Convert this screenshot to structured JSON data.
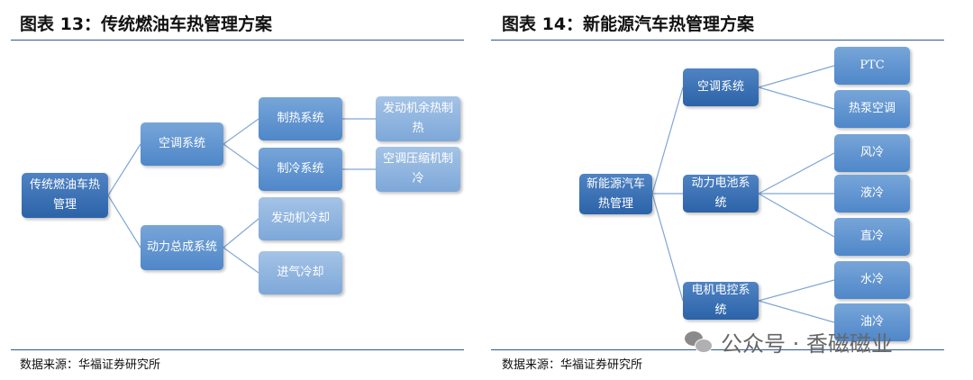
{
  "left_panel": {
    "title": "图表 13：传统燃油车热管理方案",
    "source": "数据来源：华福证券研究所",
    "root": "传统燃油车热管理",
    "branches": [
      {
        "label": "空调系统",
        "children": [
          "制热系统",
          "制冷系统"
        ],
        "leaves": [
          "发动机余热制热",
          "空调压缩机制冷"
        ]
      },
      {
        "label": "动力总成系统",
        "children": [
          "发动机冷却",
          "进气冷却"
        ]
      }
    ]
  },
  "right_panel": {
    "title": "图表 14：新能源汽车热管理方案",
    "source": "数据来源：华福证券研究所",
    "root": "新能源汽车热管理",
    "branches": [
      {
        "label": "空调系统",
        "children": [
          "PTC",
          "热泵空调"
        ]
      },
      {
        "label": "动力电池系统",
        "children": [
          "风冷",
          "液冷",
          "直冷"
        ]
      },
      {
        "label": "电机电控系统",
        "children": [
          "水冷",
          "油冷"
        ]
      }
    ]
  },
  "watermark": {
    "text": "公众号 · 香磁磁业",
    "icon": "wechat-icon"
  },
  "colors": {
    "rule": "#2d5a96",
    "node_dark": "#2c63a8",
    "node_mid": "#4f87c9",
    "node_light": "#7ea8d9",
    "connector": "#7fa6d4"
  }
}
